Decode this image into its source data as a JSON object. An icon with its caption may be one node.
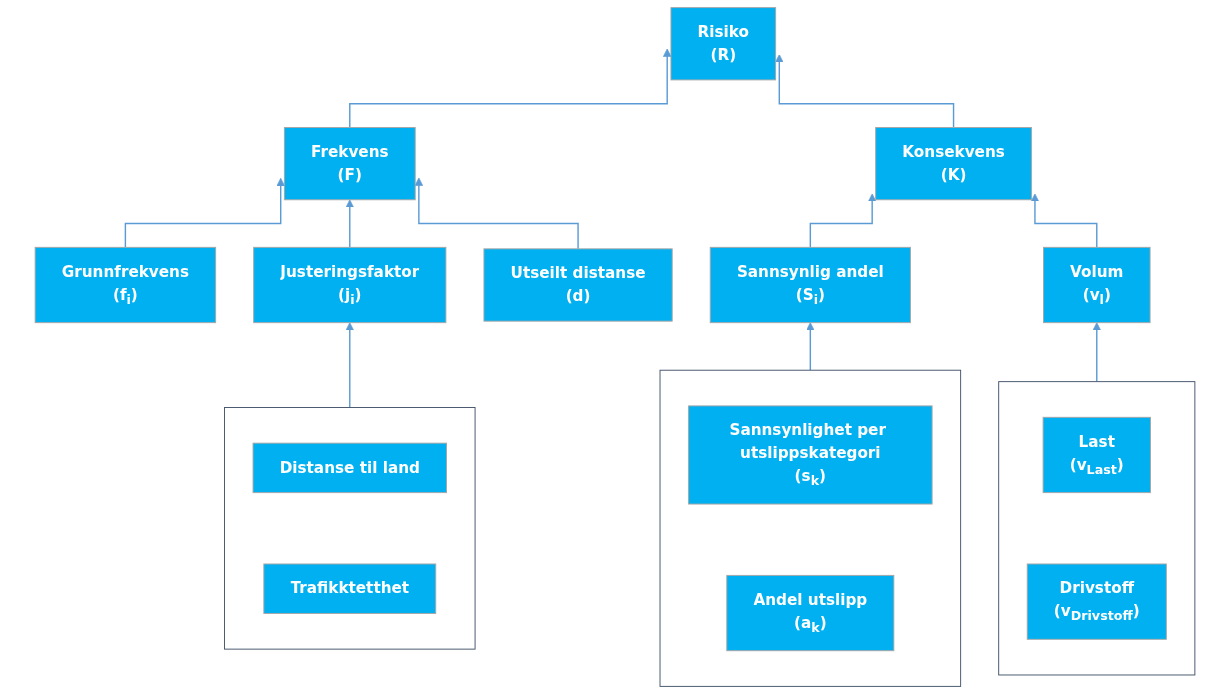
{
  "diagram": {
    "nodes": [
      {
        "text": [
          "Risiko",
          "(R)"
        ]
      },
      {
        "text": [
          "Frekvens",
          "(F)"
        ]
      },
      {
        "text": [
          "Konsekvens",
          "(K)"
        ]
      },
      {
        "text": [
          "Grunnfrekvens",
          "(f$_{i}$)"
        ]
      },
      {
        "text": [
          "Justeringsfaktor",
          "(j$_{i}$)"
        ]
      },
      {
        "text": [
          "Utseilt distanse",
          "(d)"
        ]
      },
      {
        "text": [
          "Sannsynlig andel",
          "(S$_{i}$)"
        ]
      },
      {
        "text": [
          "Volum",
          "(v$_{l}$)"
        ]
      },
      {
        "text": [],
        "shape": "box"
      },
      {
        "text": [
          "Distanse til land"
        ],
        "in": 8
      },
      {
        "text": [
          "Trafikktetthet"
        ],
        "in": 8
      },
      {
        "text": [],
        "shape": "box"
      },
      {
        "text": [
          "Sannsynlighet per utslippskategori",
          "(s$_{k}$)"
        ],
        "in": 11
      },
      {
        "text": [
          "Andel utslipp",
          "(a$_{k}$)"
        ],
        "in": 11
      },
      {
        "text": [],
        "shape": "box"
      },
      {
        "text": [
          "Last",
          "(v$_{Last}$)"
        ],
        "in": 14
      },
      {
        "text": [
          "Drivstoff",
          "(v$_{Drivstoff}$)"
        ],
        "in": 14
      }
    ],
    "edges": [
      {
        "from": 1,
        "to": 0,
        "arrow": "to"
      },
      {
        "from": 2,
        "to": 0,
        "arrow": "to"
      },
      {
        "from": 3,
        "to": 1,
        "arrow": "to"
      },
      {
        "from": 4,
        "to": 1,
        "arrow": "to"
      },
      {
        "from": 5,
        "to": 1,
        "arrow": "to"
      },
      {
        "from": 8,
        "to": 4,
        "arrow": "to"
      },
      {
        "from": 6,
        "to": 2,
        "arrow": "to"
      },
      {
        "from": 7,
        "to": 2,
        "arrow": "to"
      },
      {
        "from": 11,
        "to": 6,
        "arrow": "to"
      },
      {
        "from": 14,
        "to": 7,
        "arrow": "to"
      }
    ]
  }
}
